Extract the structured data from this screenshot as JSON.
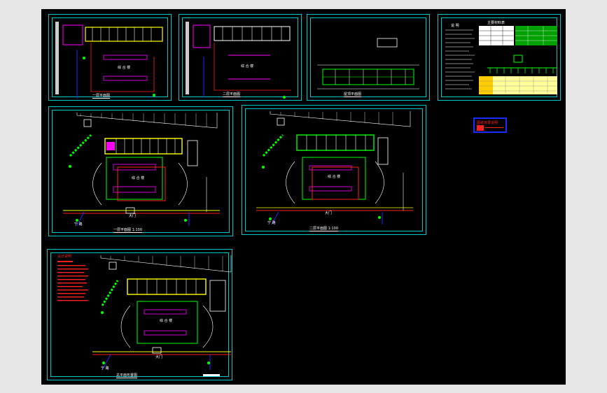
{
  "viewer": {
    "background": "#000000",
    "frame_color": "#00c8c8"
  },
  "sheets": {
    "s1": {
      "label_a": "综 合 楼",
      "title": "一层平面图"
    },
    "s2": {
      "label_a": "综 合 楼",
      "title": "二层平面图"
    },
    "s3": {
      "title": "屋顶平面图"
    },
    "s4": {
      "heading": "说 明",
      "table_title": "主要材料表"
    },
    "s5": {
      "label_a": "综 合 楼",
      "title": "一层平面图 1:100",
      "gate": "大门",
      "road": "宁 路"
    },
    "s6": {
      "label_a": "综 合 楼",
      "title": "二层平面图 1:100",
      "gate": "大门",
      "road": "宁 路"
    },
    "s7": {
      "label_a": "综 合 楼",
      "title": "总平面布置图",
      "gate": "大门",
      "road": "宁 路",
      "notes_title": "设计说明"
    }
  },
  "tag": {
    "text": "图纸目录说明"
  },
  "colors": {
    "wall": "#ffff00",
    "green": "#00ff00",
    "red": "#ff2020",
    "magenta": "#ff00ff",
    "blue": "#1a2cff",
    "white": "#ffffff",
    "cyan": "#00c8c8"
  }
}
